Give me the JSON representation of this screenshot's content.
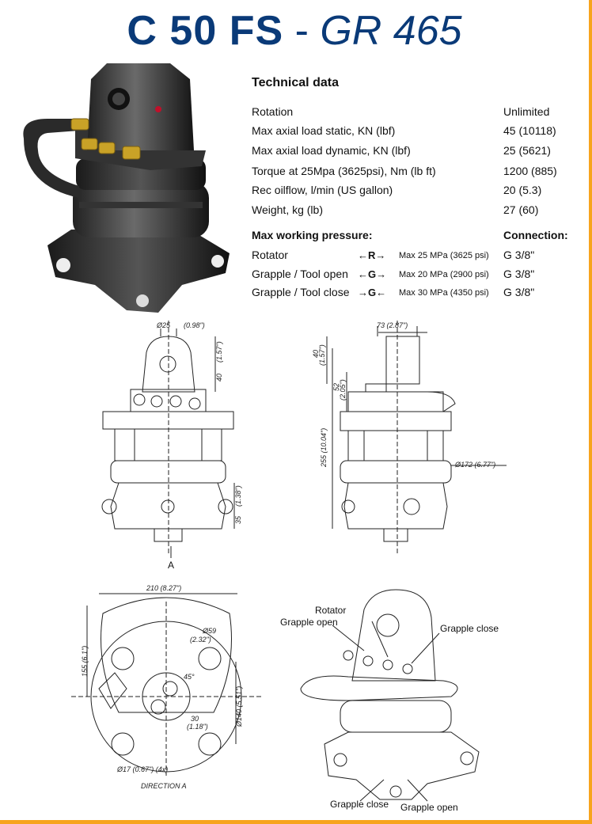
{
  "header": {
    "model": "C 50 FS",
    "separator": " - ",
    "variant": "GR 465",
    "title_color": "#0a3a78"
  },
  "frame_color": "#f7a41d",
  "tech": {
    "heading": "Technical data",
    "rows": [
      {
        "label": "Rotation",
        "value": "Unlimited"
      },
      {
        "label": "Max axial load static, KN (lbf)",
        "value": "45 (10118)"
      },
      {
        "label": "Max axial load dynamic, KN (lbf)",
        "value": "25 (5621)"
      },
      {
        "label": "Torque at 25Mpa (3625psi), Nm (lb ft)",
        "value": "1200 (885)"
      },
      {
        "label": "Rec oilflow, l/min (US gallon)",
        "value": "20 (5.3)"
      },
      {
        "label": "Weight, kg (lb)",
        "value": "27 (60)"
      }
    ]
  },
  "pressure": {
    "heading": "Max working pressure:",
    "connection_heading": "Connection:",
    "rows": [
      {
        "label": "Rotator",
        "arrows": "←R→",
        "max": "Max 25 MPa (3625 psi)",
        "connection": "G 3/8\""
      },
      {
        "label": "Grapple / Tool open",
        "arrows": "←G→",
        "max": "Max 20 MPa (2900 psi)",
        "connection": "G 3/8\""
      },
      {
        "label": "Grapple / Tool close",
        "arrows": "→G←",
        "max": "Max 30 MPa (4350 psi)",
        "connection": "G 3/8\""
      }
    ]
  },
  "drawings": {
    "front": {
      "bore": "Ø25",
      "bore_in": "(0.98\")",
      "d40": "40",
      "d40_in": "(1.57\")",
      "d35": "35",
      "d35_in": "(1.38\")",
      "direction": "A"
    },
    "side": {
      "d73": "73 (2.87\")",
      "d40": "40",
      "d40_in": "(1.57\")",
      "d52": "52",
      "d52_in": "(2.05\")",
      "d255": "255 (10.04\")",
      "d172": "Ø172 (6.77\")"
    },
    "bottom": {
      "d210": "210 (8.27\")",
      "d155": "155 (6.1\")",
      "d59": "Ø59",
      "d59_in": "(2.32\")",
      "angle": "45°",
      "d140": "Ø140 (5.51\")",
      "d30": "30",
      "d30_in": "(1.18\")",
      "d17": "Ø17 (0.67\") (4x)",
      "caption": "DIRECTION A"
    },
    "iso": {
      "rotator": "Rotator",
      "grapple_open_top": "Grapple open",
      "grapple_close_top": "Grapple close",
      "grapple_close_bottom": "Grapple close",
      "grapple_open_bottom": "Grapple open"
    }
  }
}
